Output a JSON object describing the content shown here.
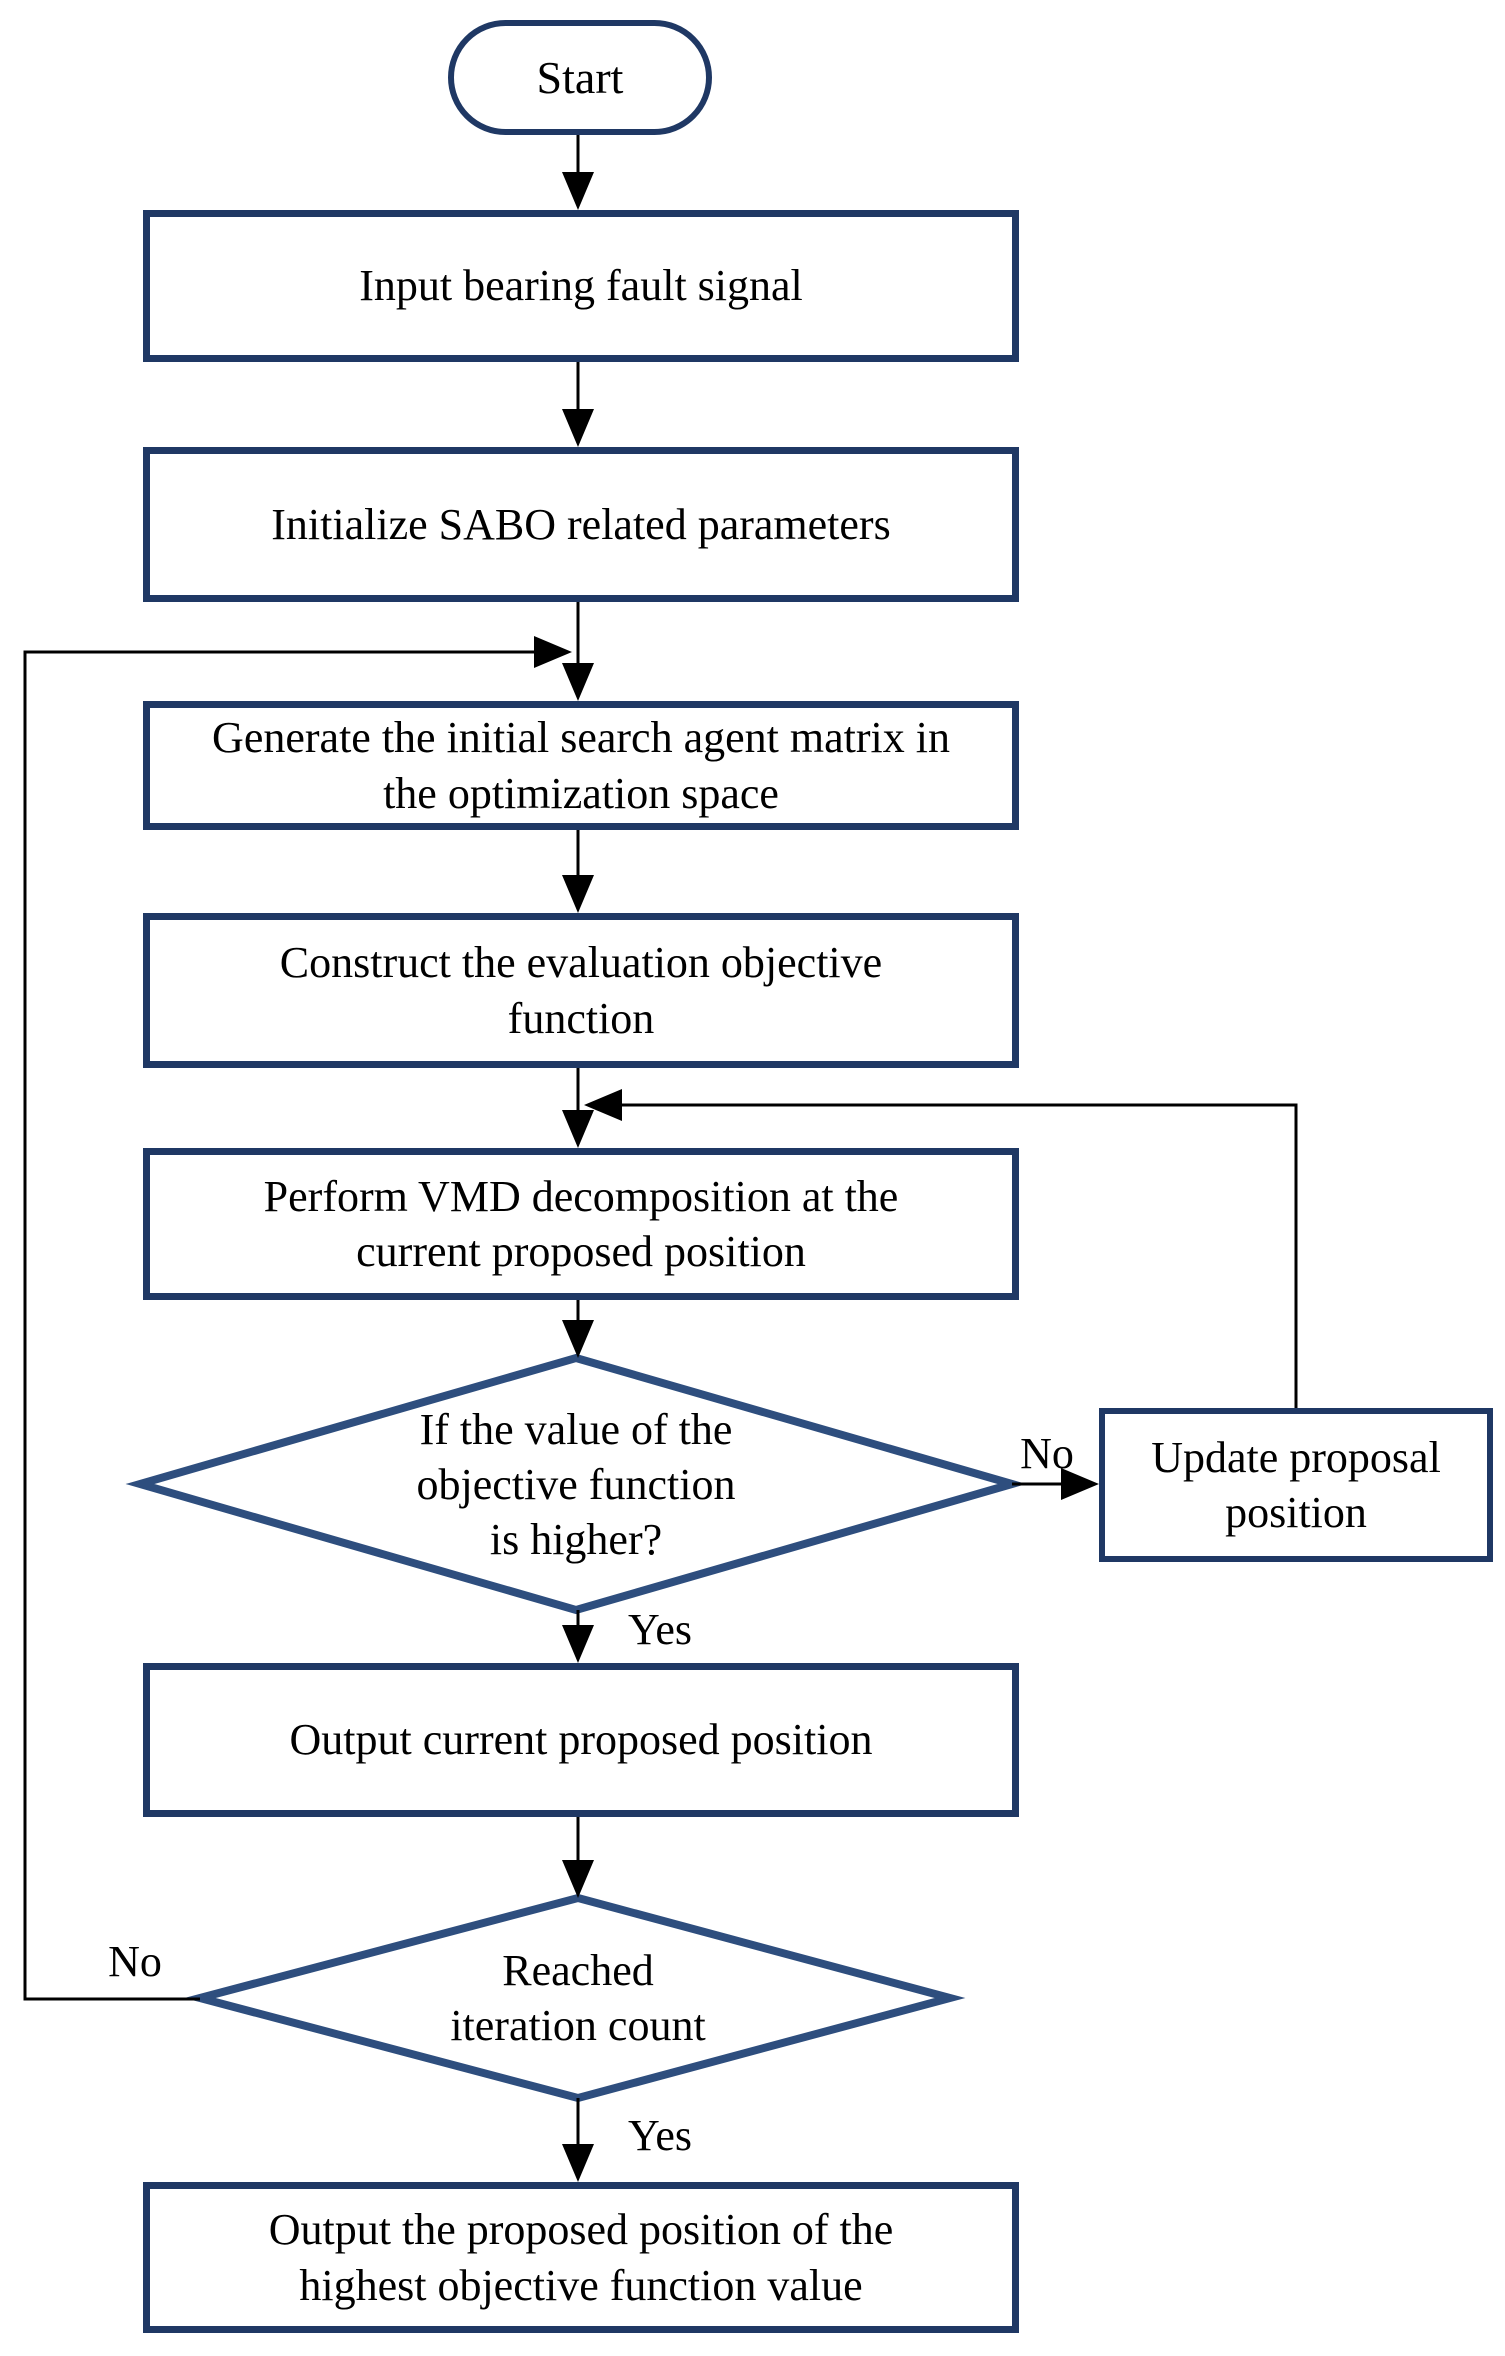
{
  "colors": {
    "background": "#ffffff",
    "shape_border": "#1f3864",
    "diamond_border": "#2e4e7e",
    "arrow": "#000000",
    "text": "#000000"
  },
  "nodes": {
    "start": {
      "label": "Start"
    },
    "input_signal": {
      "label": "Input bearing fault signal"
    },
    "init_params": {
      "label": "Initialize SABO related parameters"
    },
    "generate_matrix": {
      "label": "Generate the initial search agent matrix in\nthe optimization space"
    },
    "construct_objective": {
      "label": "Construct the evaluation objective\nfunction"
    },
    "vmd_decomposition": {
      "label": "Perform VMD decomposition at the\ncurrent proposed position"
    },
    "objective_higher": {
      "label": "If the value of the\nobjective function\nis higher?"
    },
    "update_position": {
      "label": "Update proposal\nposition"
    },
    "output_current": {
      "label": "Output current proposed position"
    },
    "iteration_count": {
      "label": "Reached\niteration count"
    },
    "output_final": {
      "label": "Output the proposed position of the\nhighest objective function value"
    }
  },
  "edge_labels": {
    "objective_no": "No",
    "objective_yes": "Yes",
    "iteration_no": "No",
    "iteration_yes": "Yes"
  }
}
